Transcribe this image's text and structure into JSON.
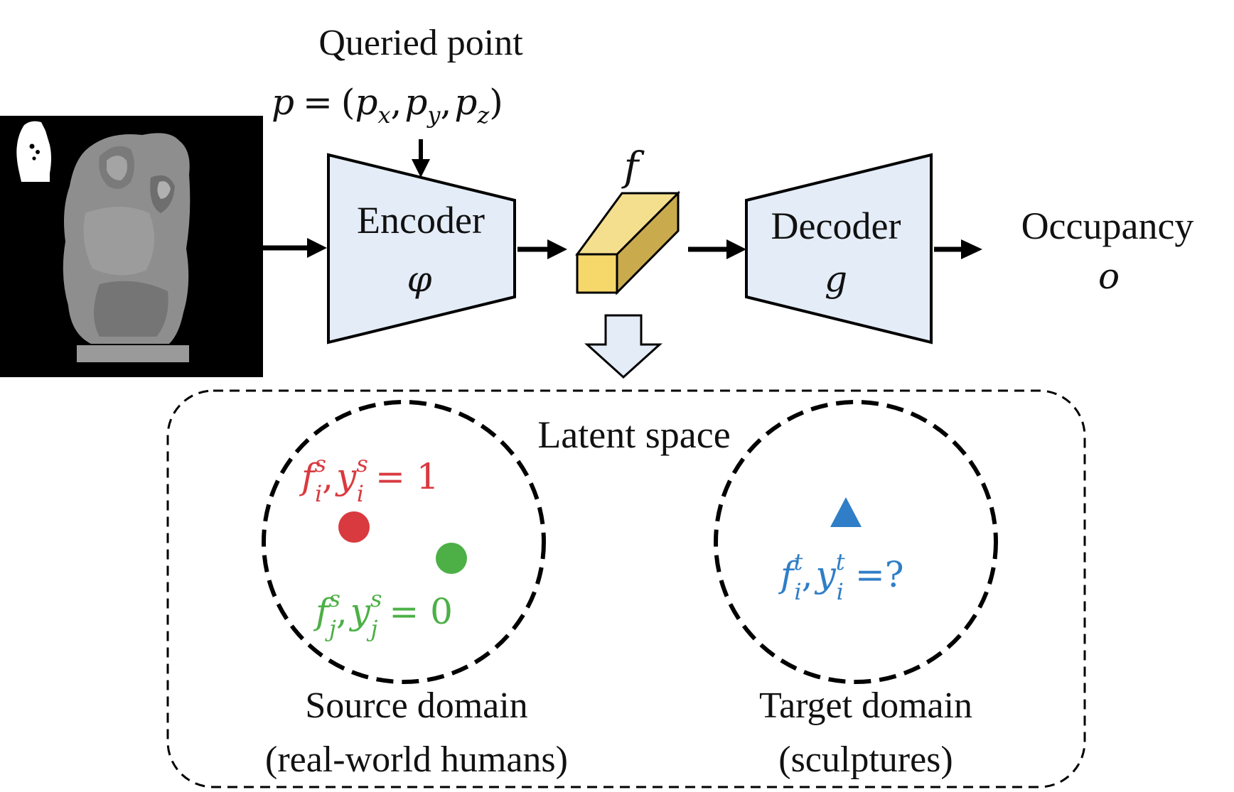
{
  "colors": {
    "red": "#d93a3f",
    "green": "#4cb046",
    "blue": "#2f7ec7",
    "box_fill": "#e4ecf7",
    "feature_light": "#f5d76a",
    "feature_top": "#f3df8e",
    "feature_side": "#c9ab4e"
  },
  "query": {
    "title": "Queried point",
    "p": "p",
    "eq": "=",
    "open": "(",
    "px": "p",
    "px_sub": "x",
    "comma1": ",",
    "py": "p",
    "py_sub": "y",
    "comma2": ",",
    "pz": "p",
    "pz_sub": "z",
    "close": ")"
  },
  "encoder": {
    "label": "Encoder",
    "symbol": "φ"
  },
  "feature": {
    "symbol": "f"
  },
  "decoder": {
    "label": "Decoder",
    "symbol": "g"
  },
  "output": {
    "label": "Occupancy",
    "symbol": "o"
  },
  "latent": {
    "title": "Latent space"
  },
  "source": {
    "label_line1": "Source domain",
    "label_line2": "(real-world humans)",
    "fi": "f",
    "fi_sup": "s",
    "fi_sub": "i",
    "comma_i": ",",
    "yi": "y",
    "yi_sup": "s",
    "yi_sub": "i",
    "eq_i": "= 1",
    "fj": "f",
    "fj_sup": "s",
    "fj_sub": "j",
    "comma_j": ",",
    "yj": "y",
    "yj_sup": "s",
    "yj_sub": "j",
    "eq_j": "= 0"
  },
  "target": {
    "label_line1": "Target domain",
    "label_line2": "(sculptures)",
    "fi": "f",
    "fi_sup": "t",
    "fi_sub": "i",
    "comma": ",",
    "yi": "y",
    "yi_sup": "t",
    "yi_sub": "i",
    "eq": "=?"
  }
}
